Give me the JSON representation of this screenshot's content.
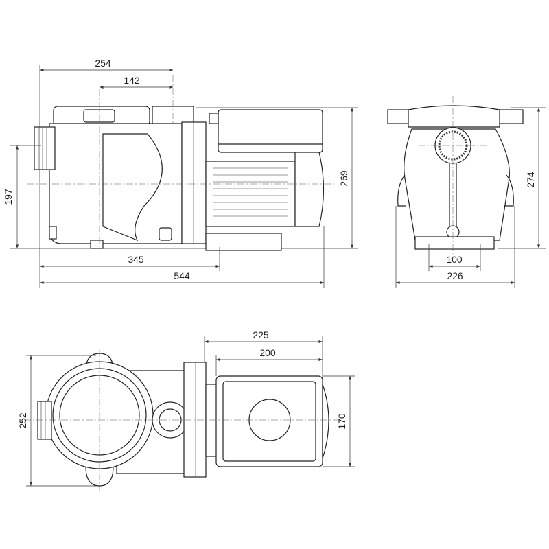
{
  "title": "Pool pump dimension drawing",
  "side_view": {
    "overall_strainer_length": "254",
    "strainer_outlet_offset": "142",
    "inlet_height": "197",
    "overall_height": "269",
    "base_mount_length": "345",
    "overall_length": "544"
  },
  "front_view": {
    "overall_height": "274",
    "base_width": "100",
    "overall_width": "226"
  },
  "top_view": {
    "motor_assembly_length": "225",
    "motor_box_length": "200",
    "overall_width": "252",
    "motor_box_width": "170"
  },
  "colors": {
    "line": "#222222",
    "background": "#ffffff"
  }
}
